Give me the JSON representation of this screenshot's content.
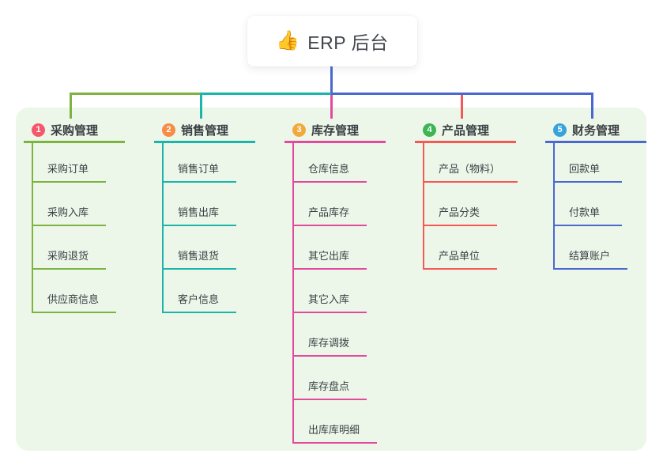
{
  "root": {
    "icon": "👍",
    "title": "ERP 后台"
  },
  "colors": {
    "background": "#ffffff",
    "panel": "#edf7e9",
    "text": "#3b4045",
    "root_connector": "#4b68d1"
  },
  "branches": [
    {
      "badge": "1",
      "badge_color": "#f4586c",
      "line_color": "#7cb342",
      "label": "采购管理",
      "children": [
        "采购订单",
        "采购入库",
        "采购退货",
        "供应商信息"
      ]
    },
    {
      "badge": "2",
      "badge_color": "#f78c44",
      "line_color": "#1cb5ab",
      "label": "销售管理",
      "children": [
        "销售订单",
        "销售出库",
        "销售退货",
        "客户信息"
      ]
    },
    {
      "badge": "3",
      "badge_color": "#f2a93b",
      "line_color": "#e24b9d",
      "label": "库存管理",
      "children": [
        "仓库信息",
        "产品库存",
        "其它出库",
        "其它入库",
        "库存调拨",
        "库存盘点",
        "出库库明细"
      ]
    },
    {
      "badge": "4",
      "badge_color": "#3db553",
      "line_color": "#f45954",
      "label": "产品管理",
      "children": [
        "产品（物料）",
        "产品分类",
        "产品单位"
      ]
    },
    {
      "badge": "5",
      "badge_color": "#35a3dc",
      "line_color": "#4b68d1",
      "label": "财务管理",
      "children": [
        "回款单",
        "付款单",
        "结算账户"
      ]
    }
  ]
}
